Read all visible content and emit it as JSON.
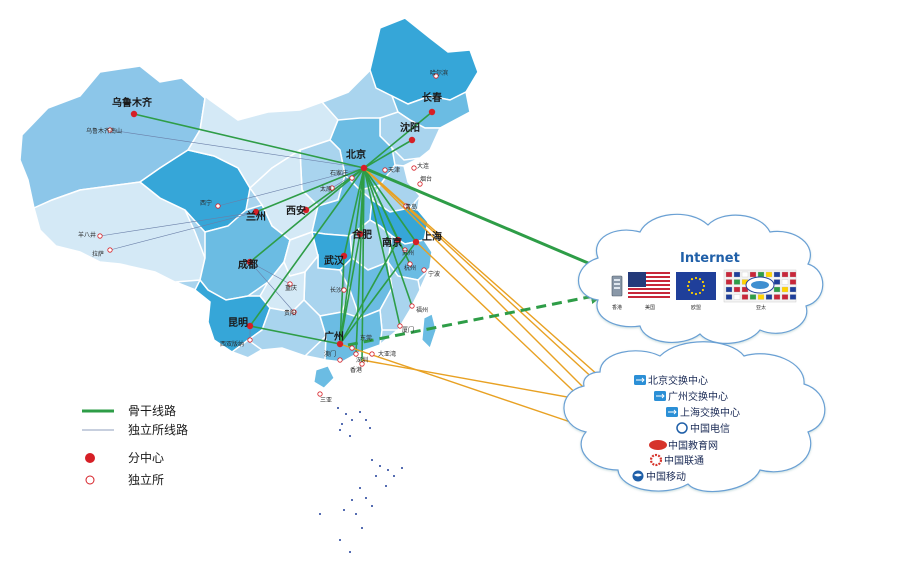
{
  "map": {
    "backbone_cities": [
      {
        "id": "urumqi",
        "label": "乌鲁木齐"
      },
      {
        "id": "beijing",
        "label": "北京"
      },
      {
        "id": "changchun",
        "label": "长春"
      },
      {
        "id": "shenyang",
        "label": "沈阳"
      },
      {
        "id": "xian",
        "label": "西安"
      },
      {
        "id": "lanzhou",
        "label": "兰州"
      },
      {
        "id": "chengdu",
        "label": "成都"
      },
      {
        "id": "wuhan",
        "label": "武汉"
      },
      {
        "id": "hefei",
        "label": "合肥"
      },
      {
        "id": "nanjing",
        "label": "南京"
      },
      {
        "id": "shanghai",
        "label": "上海"
      },
      {
        "id": "kunming",
        "label": "昆明"
      },
      {
        "id": "guangzhou",
        "label": "广州"
      }
    ],
    "independent_sites": [
      {
        "id": "urumqi-south",
        "label": "乌鲁木齐南山"
      },
      {
        "id": "harbin",
        "label": "哈尔滨"
      },
      {
        "id": "tianjin",
        "label": "天津"
      },
      {
        "id": "dalian",
        "label": "大连"
      },
      {
        "id": "yantai",
        "label": "烟台"
      },
      {
        "id": "qingdao",
        "label": "青岛"
      },
      {
        "id": "shijiazhuang",
        "label": "石家庄"
      },
      {
        "id": "taiyuan",
        "label": "太原"
      },
      {
        "id": "xining",
        "label": "西宁"
      },
      {
        "id": "yangbajing",
        "label": "羊八井"
      },
      {
        "id": "lhasa",
        "label": "拉萨"
      },
      {
        "id": "chongqing",
        "label": "重庆"
      },
      {
        "id": "guiyang",
        "label": "贵阳"
      },
      {
        "id": "changsha",
        "label": "长沙"
      },
      {
        "id": "xishuangbanna",
        "label": "西双版纳"
      },
      {
        "id": "hangzhou",
        "label": "杭州"
      },
      {
        "id": "suzhou",
        "label": "苏州"
      },
      {
        "id": "ningbo",
        "label": "宁波"
      },
      {
        "id": "fuzhou",
        "label": "福州"
      },
      {
        "id": "xiamen",
        "label": "厦门"
      },
      {
        "id": "dongguan",
        "label": "东莞"
      },
      {
        "id": "shenzhen",
        "label": "深圳"
      },
      {
        "id": "hongkong",
        "label": "香港"
      },
      {
        "id": "macau",
        "label": "澳门"
      },
      {
        "id": "sanya",
        "label": "三亚"
      },
      {
        "id": "daya-bay",
        "label": "大亚湾"
      }
    ]
  },
  "internet_cloud": {
    "title": "Internet",
    "destinations": [
      {
        "label": "香港",
        "icon": "server-icon"
      },
      {
        "label": "美国",
        "icon": "us-flag-icon"
      },
      {
        "label": "欧盟",
        "icon": "eu-flag-icon"
      },
      {
        "label": "亚太",
        "icon": "apec-flags-icon"
      }
    ]
  },
  "exchange_cloud": {
    "items": [
      {
        "label": "北京交换中心",
        "icon": "exchange-icon"
      },
      {
        "label": "广州交换中心",
        "icon": "exchange-icon"
      },
      {
        "label": "上海交换中心",
        "icon": "exchange-icon"
      },
      {
        "label": "中国电信",
        "icon": "china-telecom-logo"
      },
      {
        "label": "中国教育网",
        "icon": "cernet-logo"
      },
      {
        "label": "中国联通",
        "icon": "china-unicom-logo"
      },
      {
        "label": "中国移动",
        "icon": "china-mobile-logo"
      }
    ]
  },
  "legend": {
    "backbone_line": "骨干线路",
    "independent_line": "独立所线路",
    "branch_center": "分中心",
    "independent_site": "独立所"
  },
  "colors": {
    "backbone": "#2e9d47",
    "independent_line": "#6a7fa8",
    "orange_link": "#e8a123",
    "center_dot": "#d61f26",
    "land_light": "#a9d4ee",
    "land_mid": "#6bbce3",
    "land_dark": "#36a6d8",
    "land_pale": "#d4e9f6"
  }
}
